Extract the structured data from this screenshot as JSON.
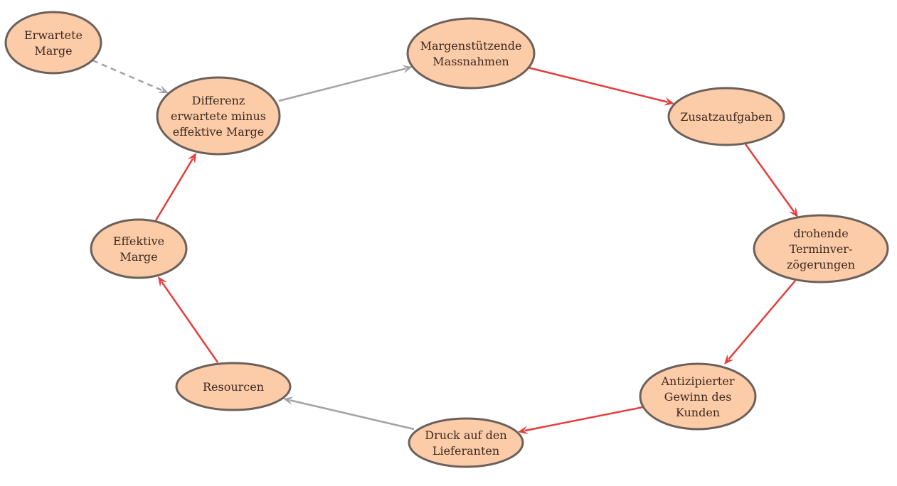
{
  "colors": {
    "node_fill": "#fccba8",
    "node_stroke": "#6b615b",
    "edge_red": "#e83b3b",
    "edge_gray": "#a3a3a3"
  },
  "nodes": [
    {
      "id": "erwartete-marge",
      "lines": [
        "Erwartete",
        "Marge"
      ]
    },
    {
      "id": "differenz",
      "lines": [
        "Differenz",
        "erwartete minus",
        "effektive Marge"
      ]
    },
    {
      "id": "margenstuetzende",
      "lines": [
        "Margenstützende",
        "Massnahmen"
      ]
    },
    {
      "id": "zusatzaufgaben",
      "lines": [
        "Zusatzaufgaben"
      ]
    },
    {
      "id": "terminverzoegerungen",
      "lines": [
        "drohende",
        "Terminver-",
        "zögerungen"
      ]
    },
    {
      "id": "antizipierter-gewinn",
      "lines": [
        "Antizipierter",
        "Gewinn des",
        "Kunden"
      ]
    },
    {
      "id": "druck",
      "lines": [
        "Druck auf den",
        "Lieferanten"
      ]
    },
    {
      "id": "resourcen",
      "lines": [
        "Resourcen"
      ]
    },
    {
      "id": "effektive-marge",
      "lines": [
        "Effektive",
        "Marge"
      ]
    }
  ],
  "edges": [
    {
      "from": "erwartete-marge",
      "to": "differenz",
      "color": "gray",
      "style": "dashed"
    },
    {
      "from": "differenz",
      "to": "margenstuetzende",
      "color": "gray",
      "style": "solid"
    },
    {
      "from": "margenstuetzende",
      "to": "zusatzaufgaben",
      "color": "red",
      "style": "solid"
    },
    {
      "from": "zusatzaufgaben",
      "to": "terminverzoegerungen",
      "color": "red",
      "style": "solid"
    },
    {
      "from": "terminverzoegerungen",
      "to": "antizipierter-gewinn",
      "color": "red",
      "style": "solid"
    },
    {
      "from": "antizipierter-gewinn",
      "to": "druck",
      "color": "red",
      "style": "solid"
    },
    {
      "from": "druck",
      "to": "resourcen",
      "color": "gray",
      "style": "solid"
    },
    {
      "from": "resourcen",
      "to": "effektive-marge",
      "color": "red",
      "style": "solid"
    },
    {
      "from": "effektive-marge",
      "to": "differenz",
      "color": "red",
      "style": "solid"
    }
  ]
}
